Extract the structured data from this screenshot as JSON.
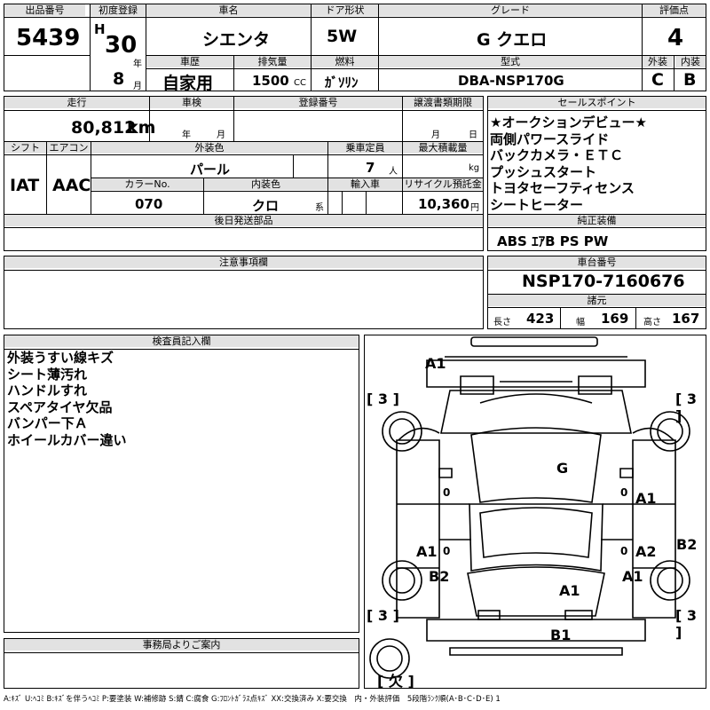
{
  "header": {
    "lot_label": "出品番号",
    "lot_no": "5439",
    "first_reg_label": "初度登録",
    "era": "H",
    "year": "30",
    "year_unit": "年",
    "month": "8",
    "month_unit": "月",
    "name_label": "車名",
    "name": "シエンタ",
    "door_label": "ドア形状",
    "door": "5W",
    "grade_label": "グレード",
    "grade": "G クエロ",
    "score_label": "評価点",
    "score": "4",
    "history_label": "車歴",
    "history": "自家用",
    "displacement_label": "排気量",
    "displacement": "1500",
    "cc_unit": "CC",
    "fuel_label": "燃料",
    "fuel": "ｶﾞｿﾘﾝ",
    "model_label": "型式",
    "model": "DBA-NSP170G",
    "ext_label": "外装",
    "ext_grade": "C",
    "int_label": "内装",
    "int_grade": "B"
  },
  "row2": {
    "mileage_label": "走行",
    "mileage": "80,812",
    "mileage_unit": "km",
    "inspection_label": "車検",
    "insp_year": "年",
    "insp_month": "月",
    "reg_no_label": "登録番号",
    "transfer_label": "譲渡書類期限",
    "transfer_month": "月",
    "transfer_day": "日",
    "shift_label": "シフト",
    "shift": "IAT",
    "ac_label": "エアコン",
    "ac": "AAC",
    "color_label": "外装色",
    "color": "パール",
    "capacity_label": "乗車定員",
    "capacity": "7",
    "capacity_unit": "人",
    "load_label": "最大積載量",
    "load_unit": "kg",
    "color_no_label": "カラーNo.",
    "color_no": "070",
    "interior_color_label": "内装色",
    "interior_color": "クロ",
    "interior_unit": "系",
    "import_label": "輸入車",
    "recycle_label": "リサイクル預託金",
    "recycle": "10,360",
    "recycle_unit": "円",
    "later_parts_label": "後日発送部品"
  },
  "sales": {
    "label": "セールスポイント",
    "points": [
      "★オークションデビュー★",
      "両側パワースライド",
      "バックカメラ・ＥＴＣ",
      "プッシュスタート",
      "トヨタセーフティセンス",
      "シートヒーター"
    ],
    "equip_label": "純正装備",
    "equip": "ABS ｴｱB PS PW"
  },
  "notes": {
    "label": "注意事項欄"
  },
  "chassis": {
    "label": "車台番号",
    "number": "NSP170-7160676",
    "dims_label": "諸元",
    "length_label": "長さ",
    "length": "423",
    "width_label": "幅",
    "width": "169",
    "height_label": "高さ",
    "height": "167"
  },
  "inspector": {
    "label": "検査員記入欄",
    "lines": [
      "外装うすい線キズ",
      "シート薄汚れ",
      "ハンドルすれ",
      "スペアタイヤ欠品",
      "バンパー下Ａ",
      "ホイールカバー違い"
    ]
  },
  "office": {
    "label": "事務局よりご案内"
  },
  "diagram": {
    "marks": {
      "front_bumper": "A1",
      "windshield": "G",
      "left_front_tire": "3",
      "right_front_tire": "3",
      "left_rear_tire": "3",
      "right_rear_tire": "3",
      "right_front_door": "A1",
      "left_rear_door": "A1",
      "right_rear_door": "A2",
      "left_rear_fender": "B2",
      "right_rear_fender": "A1",
      "right_quarter": "B2",
      "rear_gate": "A1",
      "rear_bumper": "B1",
      "spare": "欠",
      "zero_a": "0",
      "zero_b": "0",
      "zero_c": "0",
      "zero_d": "0"
    }
  },
  "legend": "A:ｷｽﾞ U:ﾍｺﾐ B:ｷｽﾞを伴うﾍｺﾐ P:要塗装 W:補修跡 S:錆 C:腐食 G:ﾌﾛﾝﾄｶﾞﾗｽ点ｷｽﾞ XX:交換済み X:要交換　内・外装評価　5段階ﾗﾝｸ順(A･B･C･D･E) 1"
}
